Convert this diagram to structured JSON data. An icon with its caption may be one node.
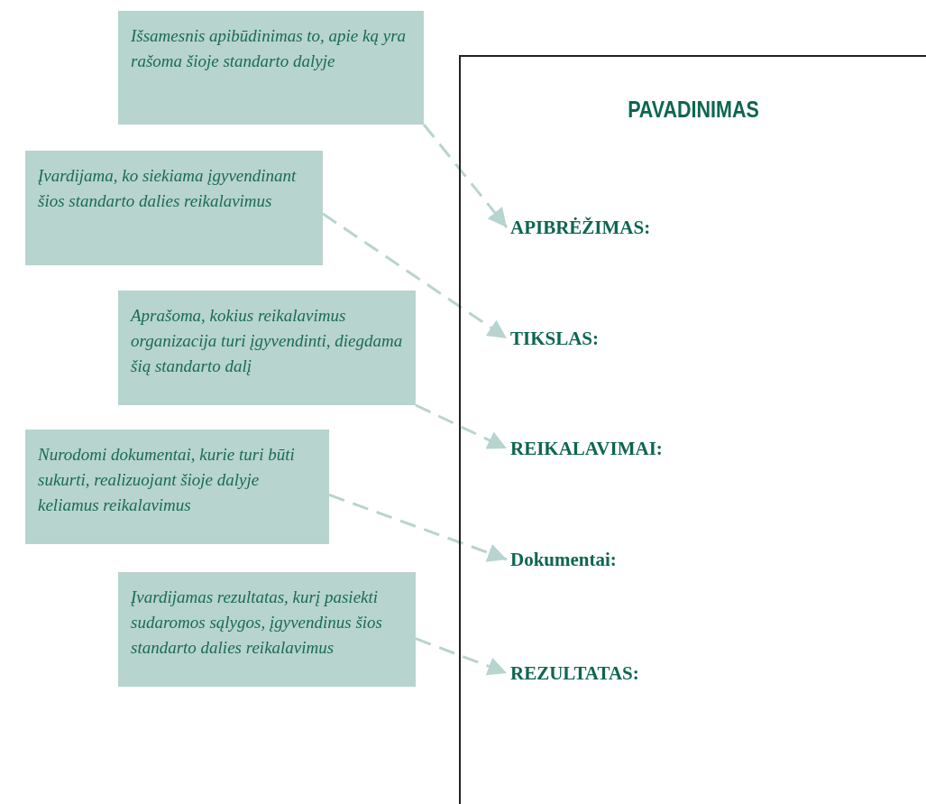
{
  "diagram": {
    "nodes": [
      {
        "text": [
          "Išsamesnis apibūdinimas to, apie ką yra rašoma šioje standarto dalyje"
        ]
      },
      {
        "text": [
          "Įvardijama, ko siekiama įgyvendinant šios standarto dalies reikalavimus"
        ]
      },
      {
        "text": [
          "Aprašoma, kokius reikalavimus organizacija turi įgyvendinti, diegdama šią standarto dalį"
        ]
      },
      {
        "text": [
          "Nurodomi dokumentai, kurie turi būti sukurti, realizuojant šioje dalyje keliamus reikalavimus"
        ]
      },
      {
        "text": [
          "Įvardijamas rezultatas, kurį pasiekti sudaromos sąlygos, įgyvendinus šios standarto dalies reikalavimus"
        ]
      },
      {
        "text": [
          "PAVADINIMAS"
        ]
      },
      {
        "text": [
          "APIBRĖŽIMAS:"
        ],
        "in": 5
      },
      {
        "text": [
          "TIKSLAS:"
        ],
        "in": 5
      },
      {
        "text": [
          "REIKALAVIMAI:"
        ],
        "in": 5
      },
      {
        "text": [
          "Dokumentai:"
        ],
        "in": 5
      },
      {
        "text": [
          "REZULTATAS:"
        ],
        "in": 5
      }
    ],
    "edges": [
      {
        "from": 0,
        "to": 6,
        "arrow": "to",
        "style": "dashed"
      },
      {
        "from": 1,
        "to": 7,
        "arrow": "to",
        "style": "dashed"
      },
      {
        "from": 2,
        "to": 8,
        "arrow": "to",
        "style": "dashed"
      },
      {
        "from": 3,
        "to": 9,
        "arrow": "to",
        "style": "dashed"
      },
      {
        "from": 4,
        "to": 10,
        "arrow": "to",
        "style": "dashed"
      }
    ]
  }
}
